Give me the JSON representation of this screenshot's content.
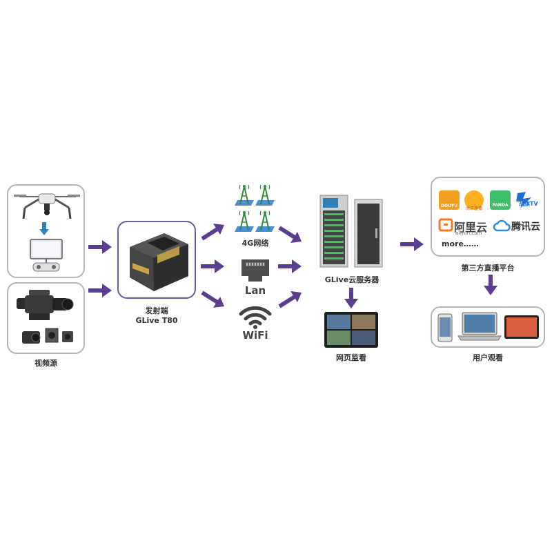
{
  "colors": {
    "arrow": "#5b3d91",
    "frame": "#b5b5b5",
    "device_frame": "#6b5aa0",
    "tower": "#2e8b3a",
    "map": "#4a8fd6",
    "server_green": "#3cc455"
  },
  "source": {
    "label": "视频源",
    "icons": [
      "drone-icon",
      "remote-controller-icon",
      "camcorder-icon",
      "action-camera-icon"
    ]
  },
  "transmitter": {
    "label_cn": "发射端",
    "label_en": "GLive T80"
  },
  "networks": {
    "cellular": {
      "label": "4G网络",
      "icon": "cell-tower-icon"
    },
    "lan": {
      "label": "Lan",
      "icon": "ethernet-port-icon"
    },
    "wifi": {
      "label": "WiFi",
      "icon": "wifi-icon"
    }
  },
  "server": {
    "label": "GLive云服务器"
  },
  "web_monitor": {
    "label": "网页监看"
  },
  "platforms": {
    "label": "第三方直播平台",
    "logos": {
      "douyu": "DOUYU",
      "huya": "虎牙直播",
      "panda": "PANDA",
      "zhanqi": "战旗TV",
      "aliyun_cn": "阿里云",
      "aliyun_en": "aliyun.com",
      "tencent": "腾讯云"
    },
    "more": "more……"
  },
  "users": {
    "label": "用户观看"
  }
}
